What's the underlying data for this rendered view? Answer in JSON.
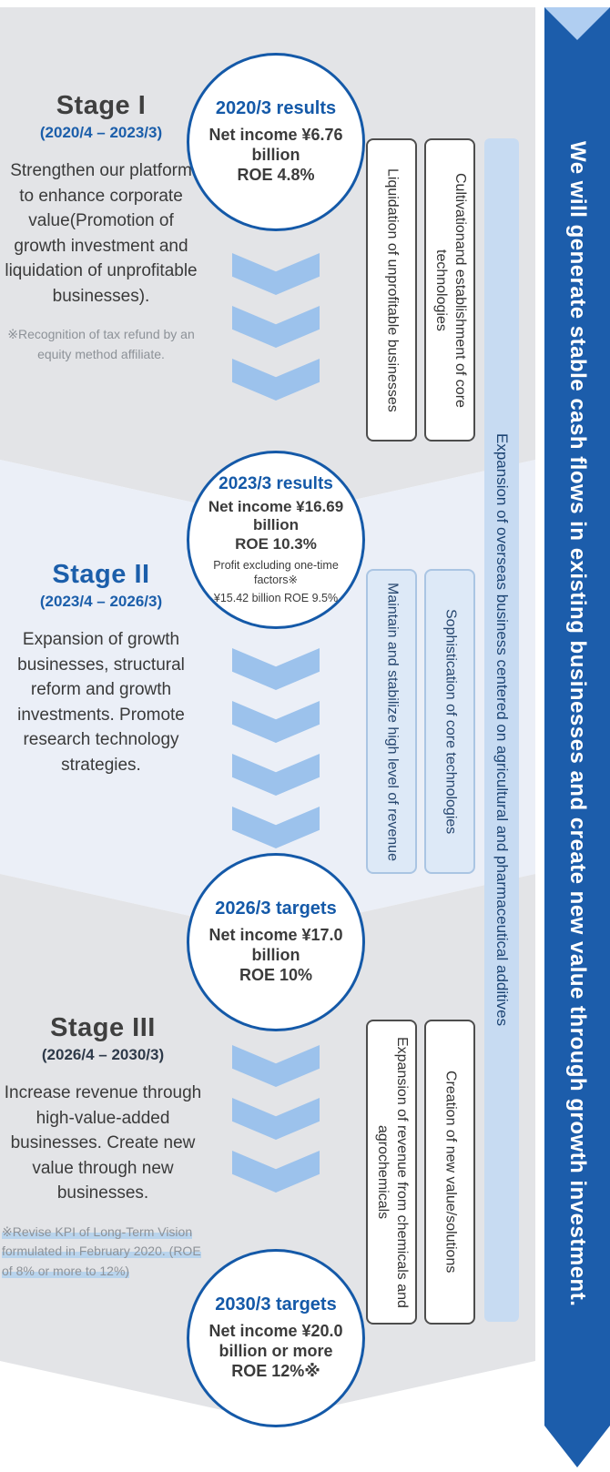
{
  "sidebar": {
    "message": "We will generate stable cash flows in existing businesses and create new value through growth investment."
  },
  "banner": {
    "text": "Expansion of overseas business centered on agricultural and pharmaceutical additives"
  },
  "stages": [
    {
      "title": "Stage I",
      "period": "(2020/4 – 2023/3)",
      "description": "Strengthen our platform to enhance corporate value(Promotion of growth investment and liquidation of unprofitable businesses).",
      "note": "※Recognition of tax refund by an equity method affiliate.",
      "box1": "Liquidation of unprofitable businesses",
      "box2": "Cultivationand establishment of core technologies"
    },
    {
      "title": "Stage II",
      "period": "(2023/4 – 2026/3)",
      "description": "Expansion of growth businesses, structural reform and growth investments. Promote research technology strategies.",
      "box1": "Maintain and stabilize high level of revenue",
      "box2": "Sophistication of core technologies"
    },
    {
      "title": "Stage III",
      "period": "(2026/4 – 2030/3)",
      "description": "Increase revenue through high-value-added businesses. Create new value through new businesses.",
      "note": "※Revise KPI of Long-Term Vision formulated in February 2020. (ROE of 8% or more to 12%)",
      "box1": "Expansion of revenue from chemicals and agrochemicals",
      "box2": "Creation of new value/solutions"
    }
  ],
  "milestones": [
    {
      "title": "2020/3 results",
      "value": "Net income ¥6.76 billion",
      "roe": "ROE 4.8%"
    },
    {
      "title": "2023/3 results",
      "value": "Net income ¥16.69 billion",
      "roe": "ROE 10.3%",
      "sub_label": "Profit excluding one-time factors※",
      "sub_value": "¥15.42 billion  ROE 9.5%"
    },
    {
      "title": "2026/3 targets",
      "value": "Net income ¥17.0 billion",
      "roe": "ROE 10%"
    },
    {
      "title": "2030/3 targets",
      "value": "Net income ¥20.0 billion or more",
      "roe": "ROE 12%※"
    }
  ],
  "colors": {
    "accent_blue": "#1b5eaa",
    "chevron_blue": "#9cc2ec",
    "sidebar_blue": "#1c5dab",
    "band_gray": "#e3e4e7",
    "band_light": "#ebeff7",
    "box_blue_fill": "#dde9f7",
    "banner_fill": "#c7dbf2",
    "note_highlight": "#b9d4ed"
  }
}
